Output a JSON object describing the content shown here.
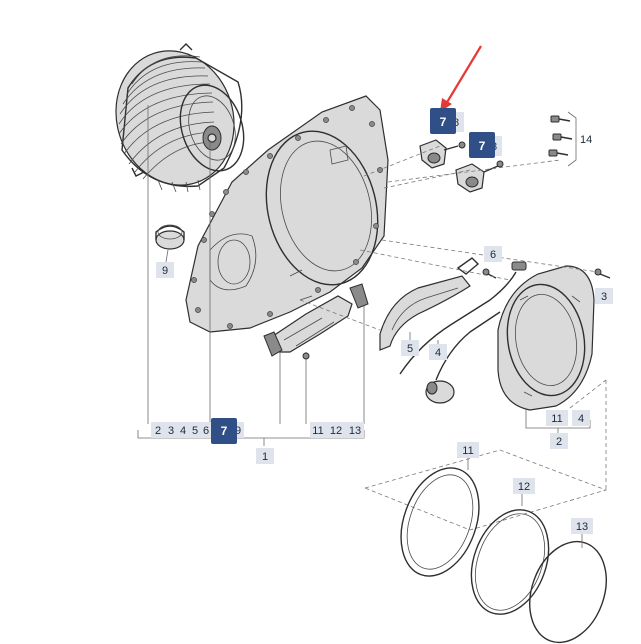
{
  "diagram": {
    "highlight_color": "#2f4f86",
    "callout_color": "#dfe4ec",
    "arrow_color": "#e53935",
    "callouts": {
      "c9": "9",
      "c6": "6",
      "c3": "3",
      "c5": "5",
      "c4": "4",
      "c11": "11",
      "c4b": "4",
      "c2": "2",
      "c1": "1",
      "c14": "14",
      "c11b": "11",
      "c12": "12",
      "c13": "13"
    },
    "group1": {
      "n2": "2",
      "n3": "3",
      "n4": "4",
      "n5": "5",
      "n6": "6",
      "n9": "9",
      "n11": "11",
      "n12": "12",
      "n13": "13"
    },
    "highlighted": {
      "top_a": "7",
      "top_a_suffix": "8",
      "top_b": "7",
      "top_b_suffix": "8",
      "bottom": "7"
    }
  }
}
